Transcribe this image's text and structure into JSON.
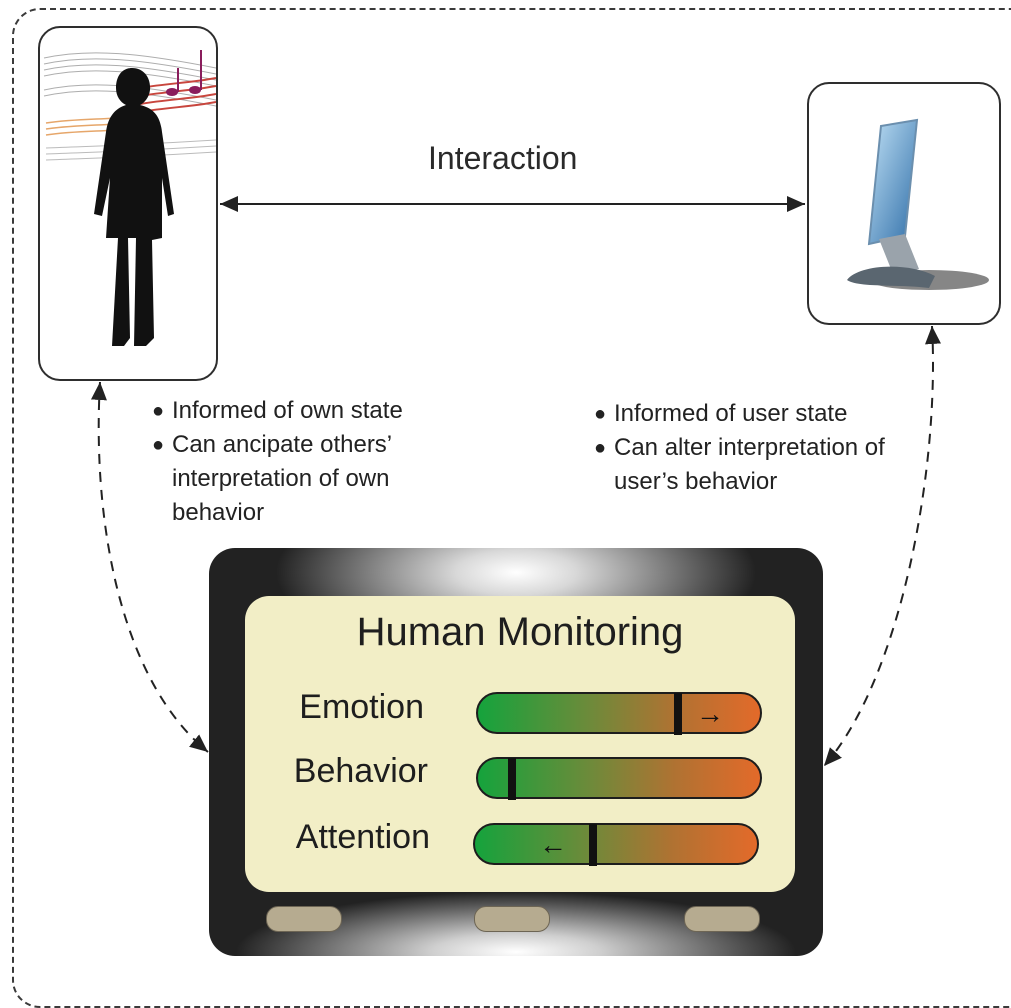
{
  "diagram": {
    "interaction_label": "Interaction",
    "left_bullets": [
      "Informed of own state",
      "Can ancipate others’ interpretation of own behavior"
    ],
    "right_bullets": [
      "Informed of user state",
      "Can alter interpretation of user’s behavior"
    ],
    "monitor": {
      "title": "Human Monitoring",
      "meters": [
        {
          "label": "Emotion",
          "level": 0.71,
          "arrow": "→"
        },
        {
          "label": "Behavior",
          "level": 0.12,
          "arrow": ""
        },
        {
          "label": "Attention",
          "level": 0.42,
          "arrow": "←"
        }
      ]
    }
  }
}
